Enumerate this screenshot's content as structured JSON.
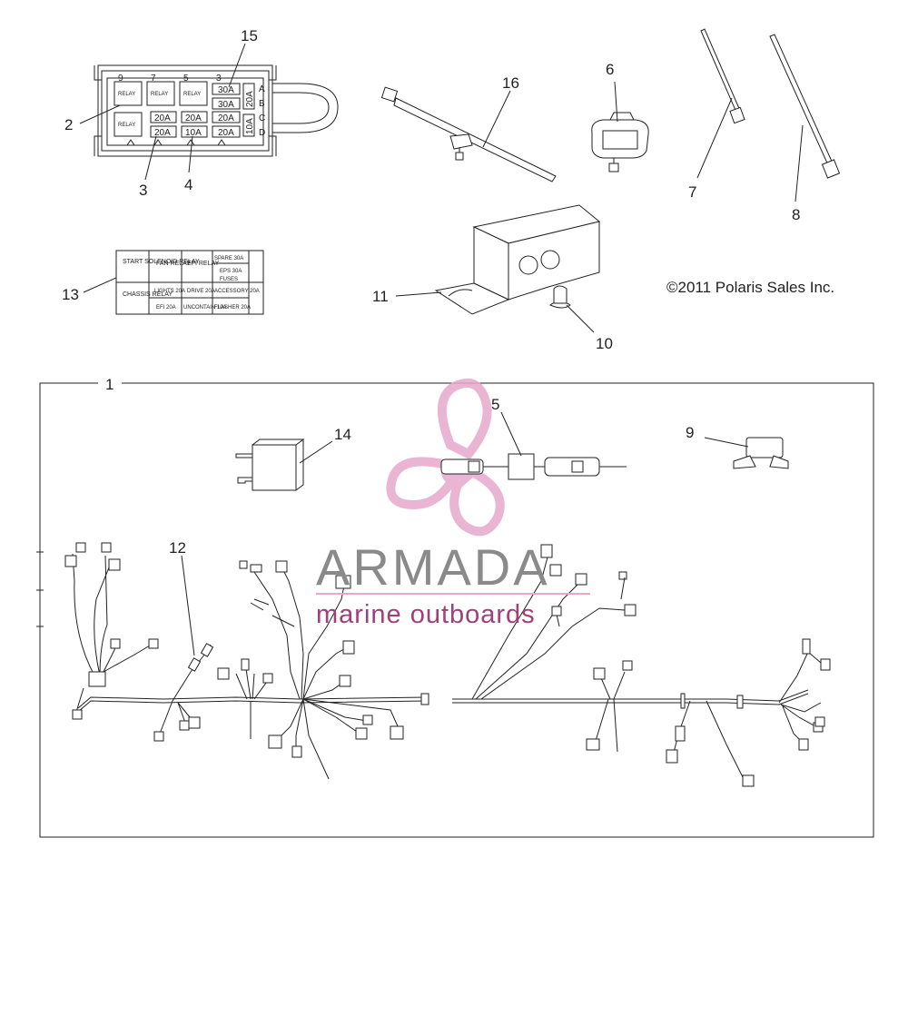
{
  "callouts": {
    "c1": "1",
    "c2": "2",
    "c3": "3",
    "c4": "4",
    "c5": "5",
    "c6": "6",
    "c7": "7",
    "c8": "8",
    "c9": "9",
    "c10": "10",
    "c11": "11",
    "c12": "12",
    "c13": "13",
    "c14": "14",
    "c15": "15",
    "c16": "16"
  },
  "copyright": "©2011 Polaris Sales Inc.",
  "fuse_box": {
    "top_numbers": [
      "9",
      "7",
      "5",
      "3"
    ],
    "side_letters": [
      "A",
      "B",
      "C",
      "D"
    ],
    "relay_labels": [
      "RELAY",
      "RELAY",
      "RELAY",
      "RELAY"
    ],
    "fuse_ratings": [
      "30A",
      "30A",
      "20A",
      "20A",
      "20A",
      "20A",
      "10A",
      "20A",
      "20A",
      "10A"
    ]
  },
  "label_card": {
    "cells": [
      "START SOLENOID RELAY",
      "FAN RELAY",
      "EFI RELAY",
      "SPARE 30A",
      "EPS 30A",
      "FUSES",
      "CHASSIS RELAY",
      "LIGHTS 20A",
      "DRIVE 20A",
      "ACCESSORY 20A",
      "EFI 20A",
      "UNCONTAIN 10A",
      "FLASHER 20A"
    ]
  },
  "watermark": {
    "brand": "ARMADA",
    "tagline": "marine outboards",
    "colors": {
      "pink": "#e7a8cc",
      "magenta": "#a0407a",
      "gray": "#8a8a8a"
    }
  }
}
